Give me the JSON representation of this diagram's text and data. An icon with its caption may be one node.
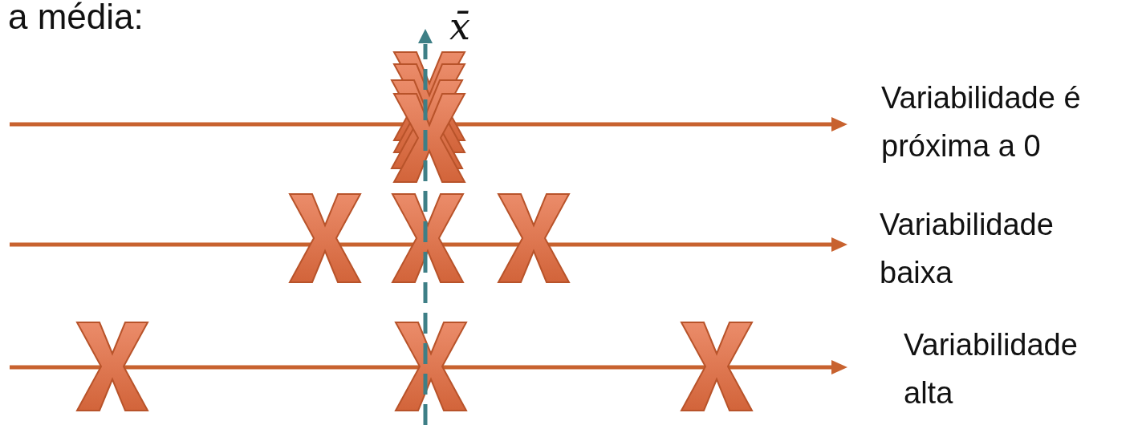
{
  "diagram": {
    "labels": [
      "a média:",
      "x̄",
      "Variabilidade é próxima a 0",
      "Variabilidade baixa",
      "Variabilidade alta"
    ]
  }
}
